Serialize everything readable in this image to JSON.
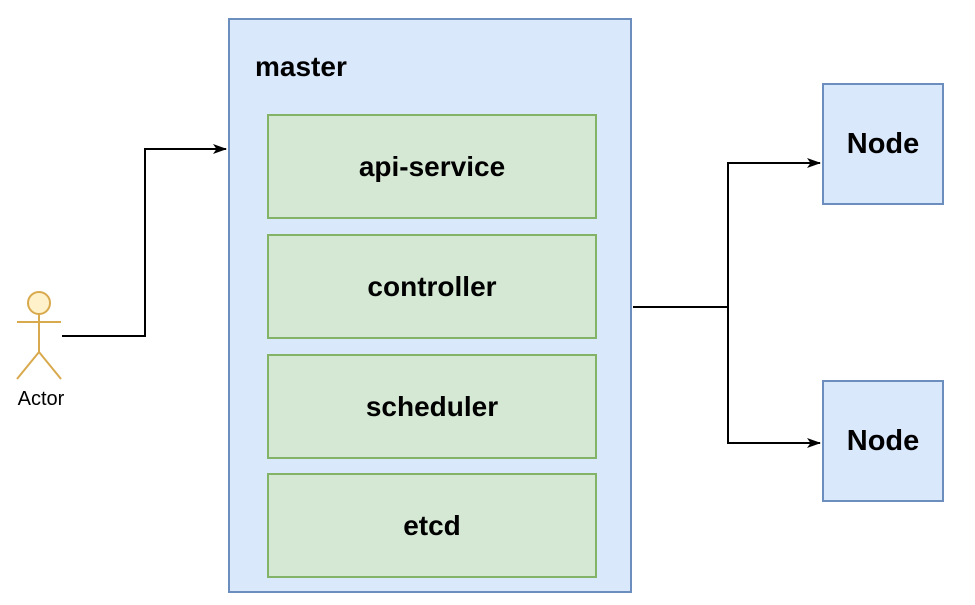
{
  "diagram": {
    "title_hint": "kubernetes-master-node-architecture",
    "actor": {
      "label": "Actor"
    },
    "master": {
      "label": "master",
      "components": [
        {
          "label": "api-service"
        },
        {
          "label": "controller"
        },
        {
          "label": "scheduler"
        },
        {
          "label": "etcd"
        }
      ]
    },
    "nodes": [
      {
        "label": "Node"
      },
      {
        "label": "Node"
      }
    ],
    "colors": {
      "container_fill": "#DAE8FC",
      "container_border": "#6C8EBF",
      "component_fill": "#D5E8D4",
      "component_border": "#82B366",
      "actor_stroke": "#D9A94D",
      "actor_head_fill": "#FFF1C9",
      "connector": "#000000",
      "text": "#000000",
      "background": "#FFFFFF"
    }
  }
}
